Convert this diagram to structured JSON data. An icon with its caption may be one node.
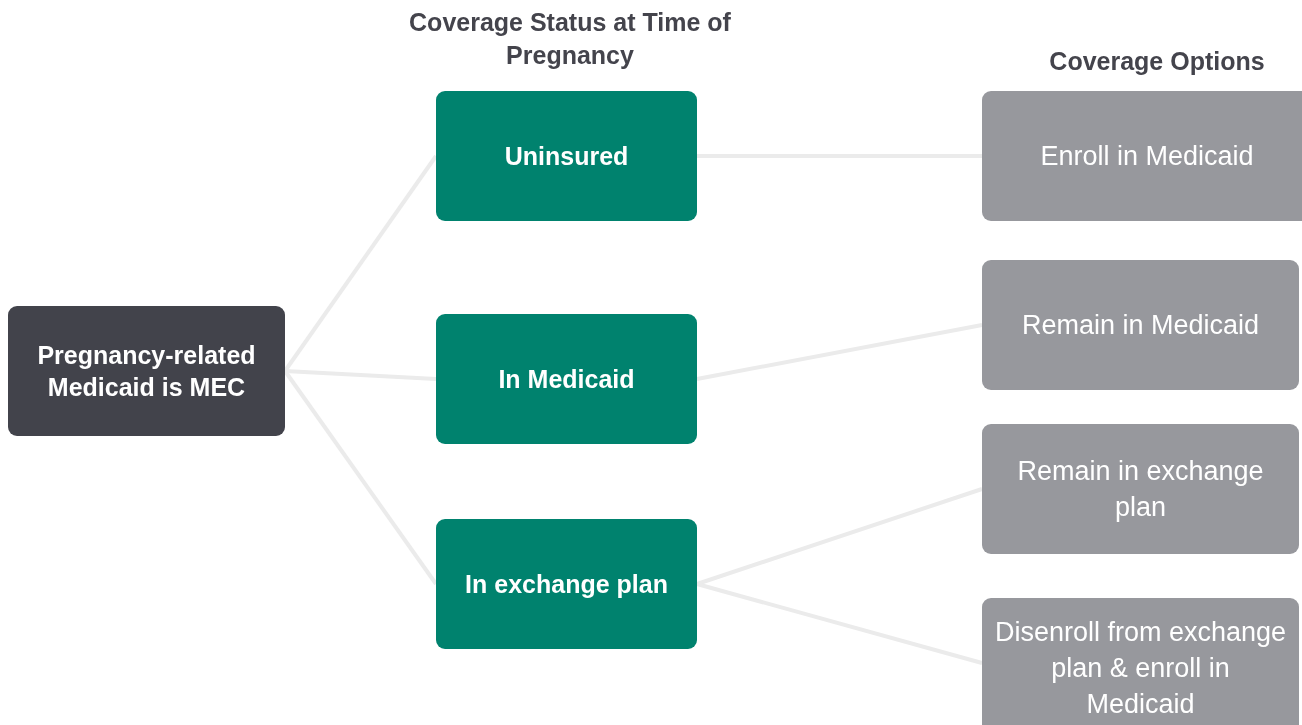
{
  "diagram": {
    "nodes": [
      {
        "text": [
          "Pregnancy-related Medicaid is MEC"
        ]
      },
      {
        "text": [
          "Uninsured"
        ]
      },
      {
        "text": [
          "In Medicaid"
        ]
      },
      {
        "text": [
          "In exchange plan"
        ]
      },
      {
        "text": [
          "Enroll in Medicaid"
        ]
      },
      {
        "text": [
          "Remain in Medicaid"
        ]
      },
      {
        "text": [
          "Remain in exchange plan"
        ]
      },
      {
        "text": [
          "Disenroll from exchange plan & enroll in Medicaid"
        ]
      }
    ],
    "edges": [
      {
        "from": 0,
        "to": 1,
        "arrow": "none"
      },
      {
        "from": 0,
        "to": 2,
        "arrow": "none"
      },
      {
        "from": 0,
        "to": 3,
        "arrow": "none"
      },
      {
        "from": 1,
        "to": 4,
        "arrow": "none"
      },
      {
        "from": 2,
        "to": 5,
        "arrow": "none"
      },
      {
        "from": 3,
        "to": 6,
        "arrow": "none"
      },
      {
        "from": 3,
        "to": 7,
        "arrow": "none"
      }
    ],
    "labels": [
      "Coverage Status at Time of Pregnancy",
      "Coverage Options"
    ]
  }
}
